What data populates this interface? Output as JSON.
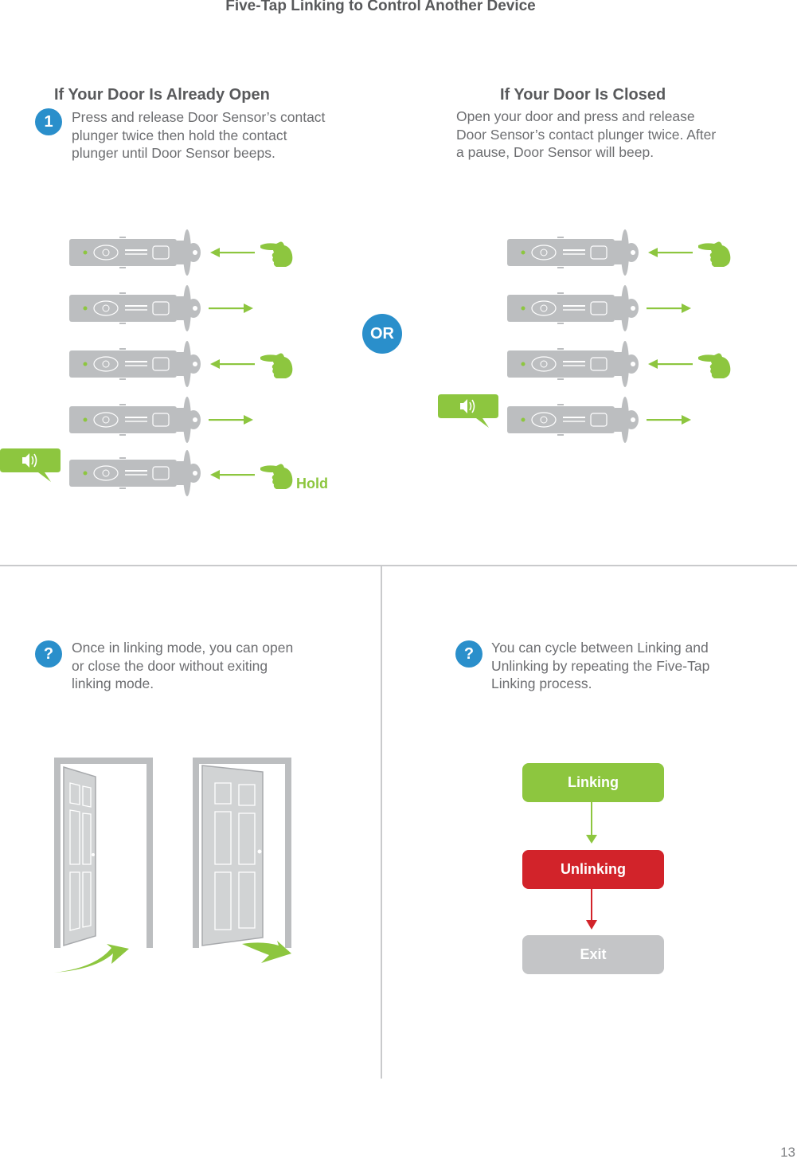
{
  "page_title": "Five-Tap Linking to Control Another Device",
  "left_section": {
    "heading": "If Your Door Is Already Open",
    "step_number": "1",
    "text_lines": [
      "Press and release Door Sensor’s contact",
      "plunger twice then hold the contact",
      "plunger until Door Sensor beeps."
    ],
    "hold_label": "Hold"
  },
  "or_label": "OR",
  "right_section": {
    "heading": "If Your Door Is Closed",
    "text_lines": [
      "Open your door and press and release",
      "Door Sensor’s contact plunger twice. After",
      "a pause, Door Sensor will beep."
    ]
  },
  "tip_left": {
    "icon": "?",
    "text_lines": [
      "Once in linking mode, you can open",
      "or close the door without exiting",
      "linking mode."
    ]
  },
  "tip_right": {
    "icon": "?",
    "text_lines": [
      "You can cycle between Linking and",
      "Unlinking by repeating the Five-Tap",
      "Linking process."
    ]
  },
  "flow": {
    "linking": "Linking",
    "unlinking": "Unlinking",
    "exit": "Exit"
  },
  "colors": {
    "green": "#8dc63f",
    "red": "#d2232a",
    "blue": "#2a8fcb",
    "gray": "#c4c5c7"
  },
  "page_number": "13"
}
